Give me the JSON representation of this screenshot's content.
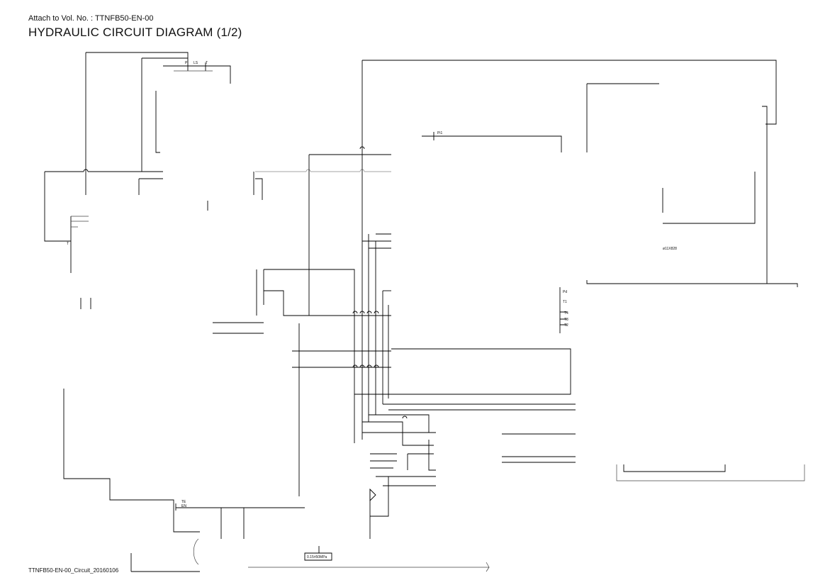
{
  "header": {
    "attach": "Attach to Vol. No. : TTNFB50-EN-00",
    "title": "HYDRAULIC CIRCUIT DIAGRAM (1/2)"
  },
  "footer": {
    "file": "TTNFB50-EN-00_Circuit_20160106"
  },
  "labels": {
    "p": "P",
    "ls": "LS",
    "t_top": "T",
    "t_left": "T",
    "pi": "Pi1",
    "code": "ø11X828",
    "pd": "Pd",
    "t1": "T1",
    "t4": "T4",
    "t3": "T3",
    "t2": "T2",
    "te": "TE",
    "en": "EN",
    "pressure": "0.15±50MPa"
  },
  "colors": {
    "line": "#000000",
    "thin": "#888888"
  }
}
